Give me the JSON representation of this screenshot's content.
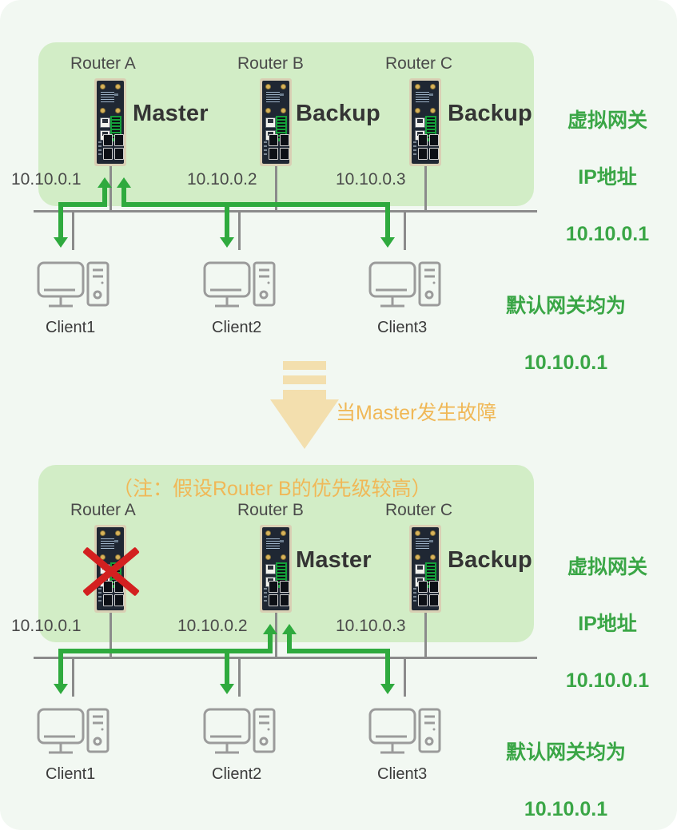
{
  "diagram": {
    "title": "VRRP virtual gateway failover diagram",
    "colors": {
      "panel_green": "#d2edc6",
      "page_bg": "#f2f8f2",
      "accent_green": "#3aa646",
      "path_green": "#2faa3e",
      "orange": "#f0b857",
      "red": "#d32020",
      "wire_gray": "#8b8b8b"
    }
  },
  "top_scene": {
    "routers": [
      {
        "name": "Router A",
        "role": "Master",
        "ip": "10.10.0.1"
      },
      {
        "name": "Router B",
        "role": "Backup",
        "ip": "10.10.0.2"
      },
      {
        "name": "Router C",
        "role": "Backup",
        "ip": "10.10.0.3"
      }
    ],
    "clients": [
      {
        "label": "Client1"
      },
      {
        "label": "Client2"
      },
      {
        "label": "Client3"
      }
    ],
    "gateway_note": "虚拟网关\nIP地址\n10.10.0.1",
    "gateway_note_lines": {
      "line1": "虚拟网关",
      "line2": "IP地址",
      "line3": "10.10.0.1"
    },
    "default_gateway_note": "默认网关均为\n10.10.0.1",
    "default_gateway_lines": {
      "line1": "默认网关均为",
      "line2": "10.10.0.1"
    }
  },
  "transition": {
    "label": "当Master发生故障",
    "arrow_icon": "down-arrow-icon"
  },
  "bottom_scene": {
    "priority_note": "（注：假设Router B的优先级较高）",
    "routers": [
      {
        "name": "Router A",
        "role": "",
        "ip": "10.10.0.1",
        "failed": true
      },
      {
        "name": "Router B",
        "role": "Master",
        "ip": "10.10.0.2",
        "failed": false
      },
      {
        "name": "Router C",
        "role": "Backup",
        "ip": "10.10.0.3",
        "failed": false
      }
    ],
    "clients": [
      {
        "label": "Client1"
      },
      {
        "label": "Client2"
      },
      {
        "label": "Client3"
      }
    ],
    "gateway_note_lines": {
      "line1": "虚拟网关",
      "line2": "IP地址",
      "line3": "10.10.0.1"
    },
    "default_gateway_lines": {
      "line1": "默认网关均为",
      "line2": "10.10.0.1"
    }
  }
}
